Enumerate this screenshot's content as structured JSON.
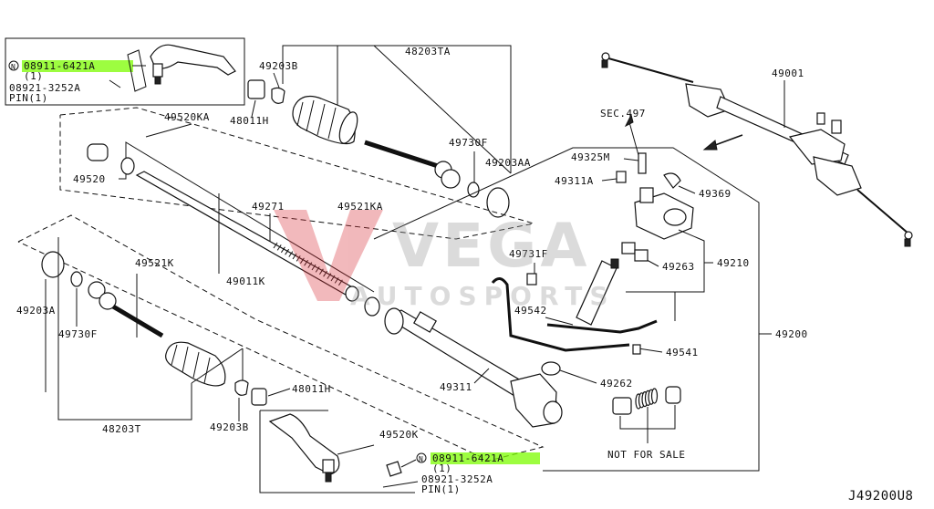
{
  "diagram": {
    "drawing_code": "J49200U8",
    "watermark_line1": "VEGA",
    "watermark_line2": "AUTOSPORTS",
    "not_for_sale": "NOT FOR SALE",
    "highlight_color": "#7CFC00",
    "watermark_color": "#d9363e",
    "parts": {
      "p48203TA": "48203TA",
      "p49203B_top": "49203B",
      "p48011H_top": "48011H",
      "p49520KA": "49520KA",
      "p49520": "49520",
      "p49271": "49271",
      "p49011K": "49011K",
      "p49521KA": "49521KA",
      "p49730F_top": "49730F",
      "p49203AA": "49203AA",
      "p49521K": "49521K",
      "p49203A": "49203A",
      "p49730F_bot": "49730F",
      "p48203T": "48203T",
      "p49203B_bot": "49203B",
      "p48011H_bot": "48011H",
      "p49520K": "49520K",
      "p08911_top": "08911-6421A",
      "p08911_top_qty": "(1)",
      "p08921_top": "08921-3252A",
      "p08921_top_pin": "PIN(1)",
      "p08911_bot": "08911-6421A",
      "p08911_bot_qty": "(1)",
      "p08921_bot": "08921-3252A",
      "p08921_bot_pin": "PIN(1)",
      "n_mark": "N",
      "sec497": "SEC.497",
      "p49325M": "49325M",
      "p49311A": "49311A",
      "p49369": "49369",
      "p49731F": "49731F",
      "p49263": "49263",
      "p49210": "49210",
      "p49542": "49542",
      "p49200": "49200",
      "p49541": "49541",
      "p49262": "49262",
      "p49311": "49311",
      "p49001": "49001"
    }
  }
}
